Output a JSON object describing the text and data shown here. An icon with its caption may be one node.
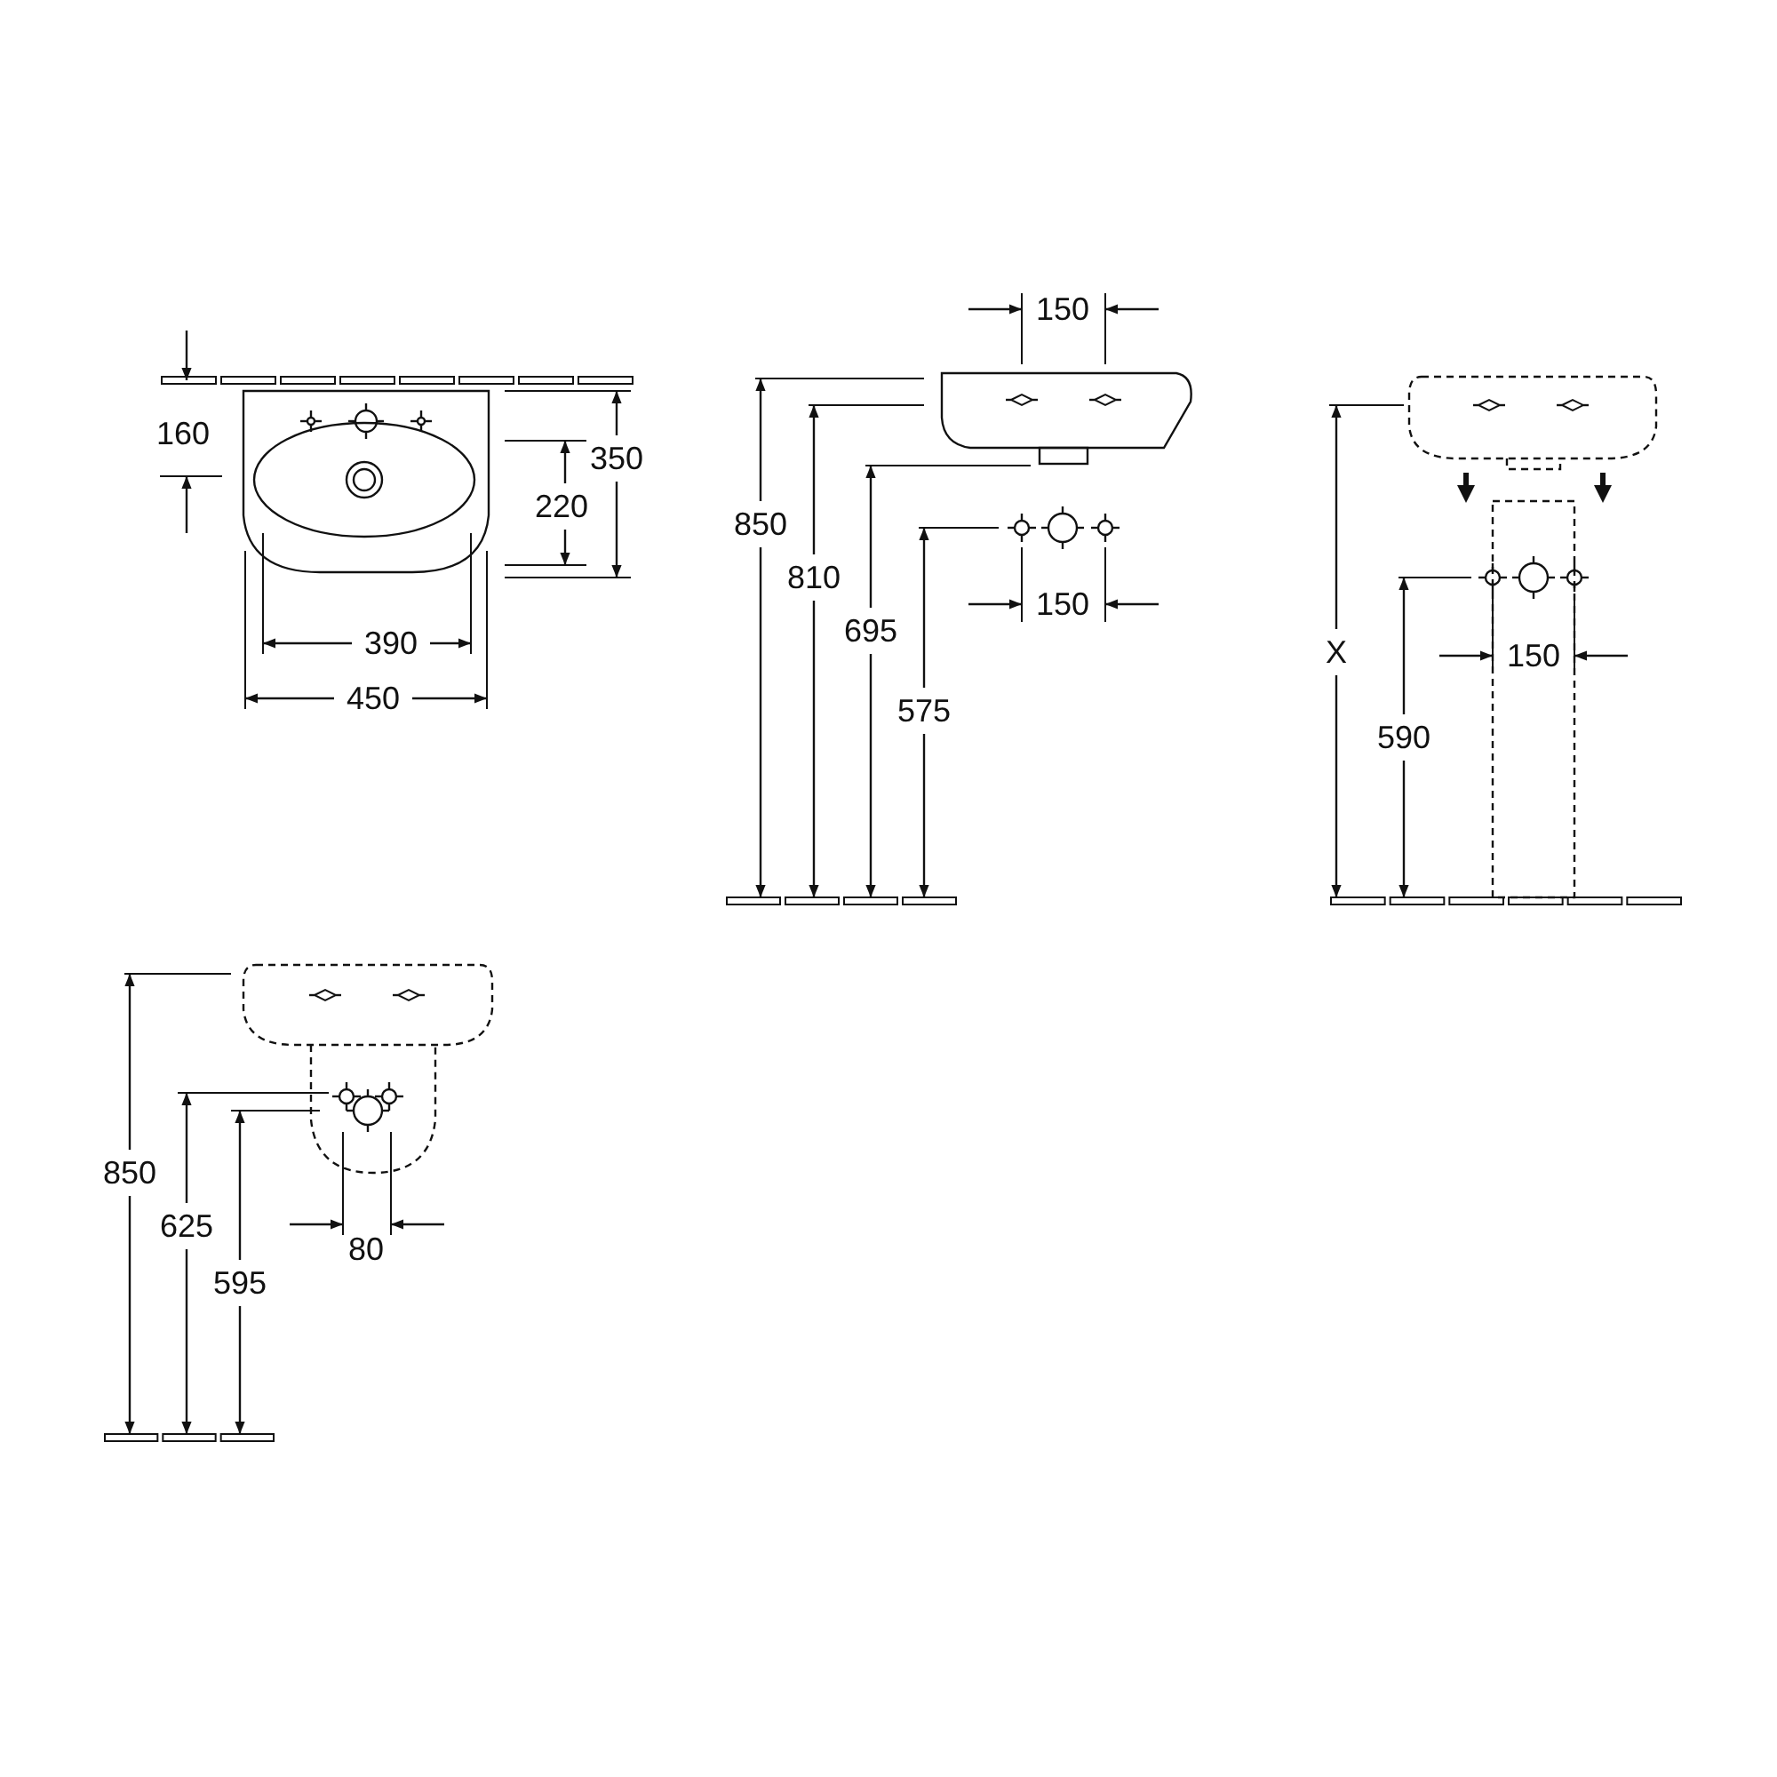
{
  "diagram": {
    "labels": [
      "160",
      "350",
      "220",
      "390",
      "450",
      "150",
      "850",
      "810",
      "695",
      "150",
      "575",
      "X",
      "150",
      "590",
      "850",
      "625",
      "595",
      "80"
    ]
  }
}
